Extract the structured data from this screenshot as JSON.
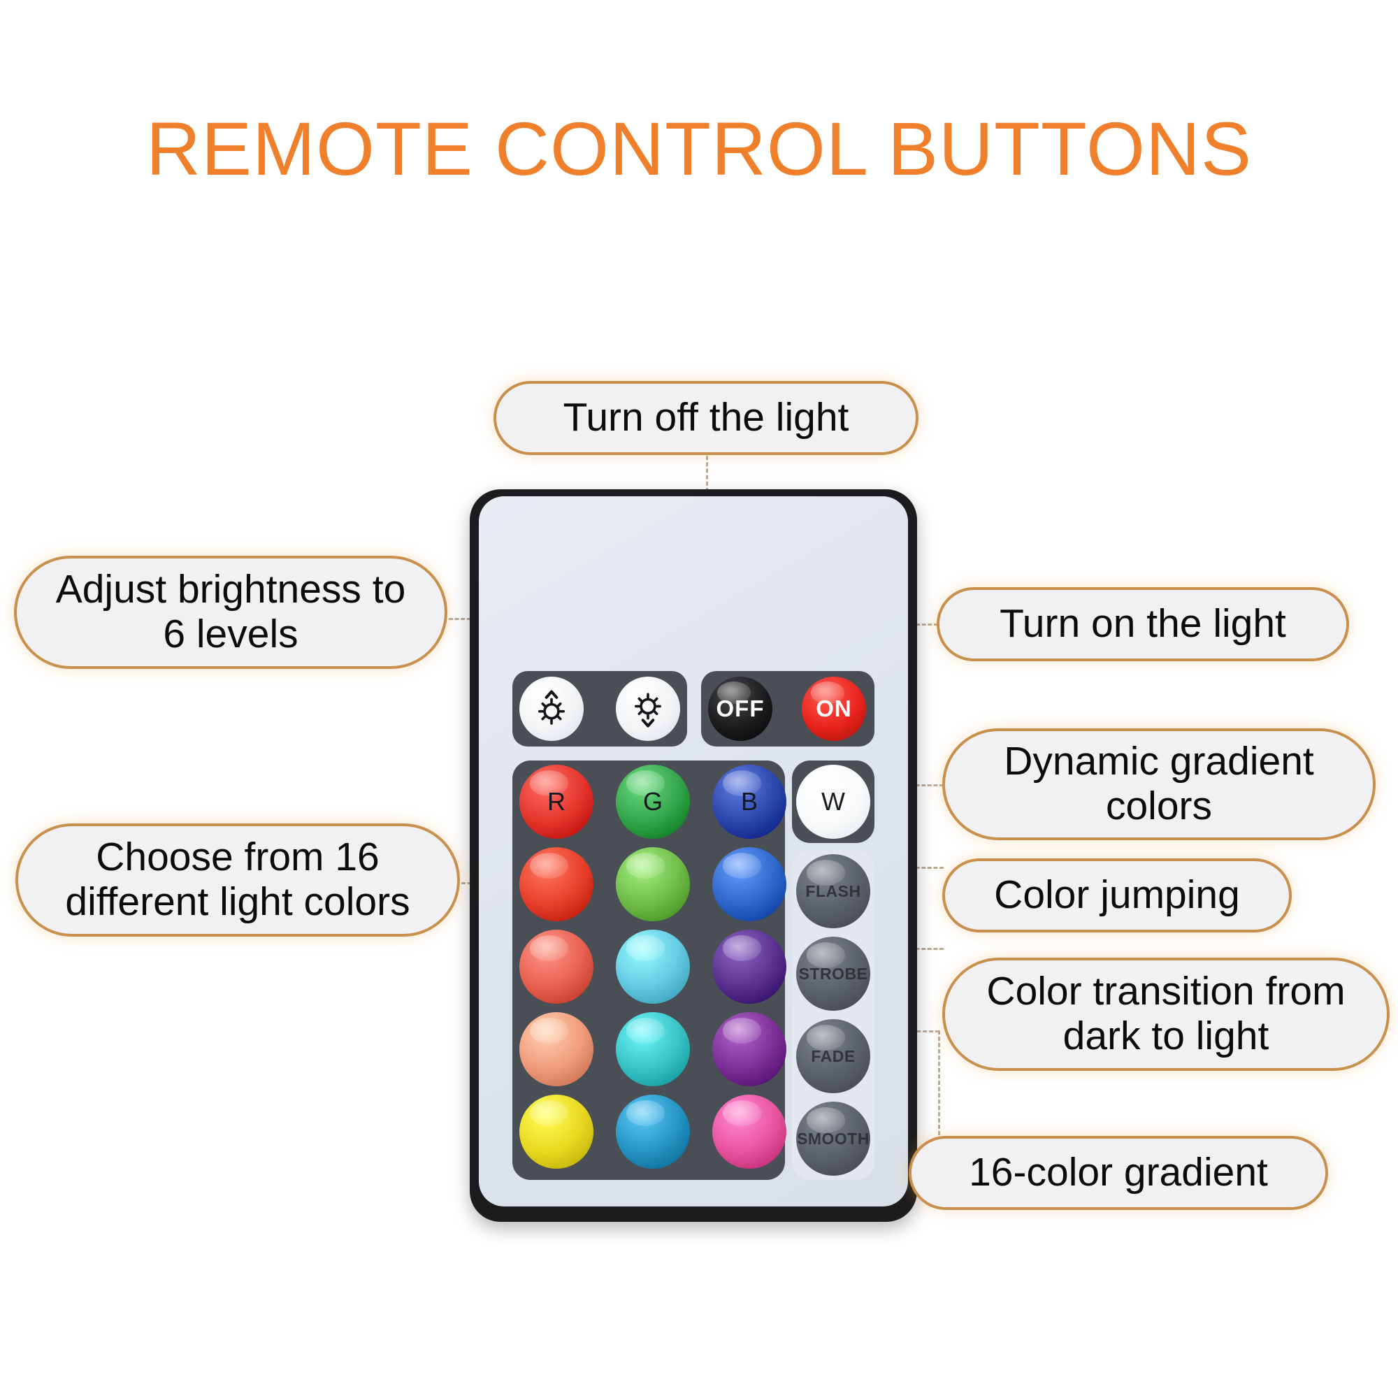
{
  "page": {
    "title": "REMOTE CONTROL BUTTONS",
    "title_color": "#ef7f2a",
    "background": "#ffffff"
  },
  "callouts": {
    "turn_off": "Turn off the light",
    "turn_on": "Turn on the light",
    "brightness": "Adjust brightness to 6 levels",
    "choose_colors": "Choose from 16 different light colors",
    "dynamic": "Dynamic gradient colors",
    "jumping": "Color jumping",
    "transition": "Color transition from dark to light",
    "gradient": "16-color gradient",
    "border_color": "#c8904c",
    "fill_color": "#f1f1f3"
  },
  "remote": {
    "body_color": "#1c1c1e",
    "face_color": "#e4e9ef",
    "panel_color": "#4a4f56",
    "dim_buttons": [
      {
        "name": "brightness-up",
        "icon": "sun-up-icon",
        "color": "#f4f6f8"
      },
      {
        "name": "brightness-down",
        "icon": "sun-down-icon",
        "color": "#f4f6f8"
      }
    ],
    "power_buttons": [
      {
        "label": "OFF",
        "color": "#17171a",
        "text_color": "#ffffff"
      },
      {
        "label": "ON",
        "color": "#e8231c",
        "text_color": "#ffffff"
      }
    ],
    "rgbw_row": [
      {
        "label": "R",
        "color": "#e5352c"
      },
      {
        "label": "G",
        "color": "#34a54a"
      },
      {
        "label": "B",
        "color": "#2b47ad"
      },
      {
        "label": "W",
        "color": "#fbfcfd"
      }
    ],
    "color_grid": [
      [
        {
          "label": "",
          "color": "#e8402a"
        },
        {
          "label": "",
          "color": "#6fbb4a"
        },
        {
          "label": "",
          "color": "#2f66c9"
        }
      ],
      [
        {
          "label": "",
          "color": "#e86050"
        },
        {
          "label": "",
          "color": "#63c8e2"
        },
        {
          "label": "",
          "color": "#593090"
        }
      ],
      [
        {
          "label": "",
          "color": "#f09a7a"
        },
        {
          "label": "",
          "color": "#39c2c6"
        },
        {
          "label": "",
          "color": "#7b2f96"
        }
      ],
      [
        {
          "label": "",
          "color": "#e8d820"
        },
        {
          "label": "",
          "color": "#2594c2"
        },
        {
          "label": "",
          "color": "#e8539e"
        }
      ]
    ],
    "effect_buttons": [
      {
        "label": "FLASH",
        "color": "#5b6268"
      },
      {
        "label": "STROBE",
        "color": "#5b6268"
      },
      {
        "label": "FADE",
        "color": "#5b6268"
      },
      {
        "label": "SMOOTH",
        "color": "#5b6268"
      }
    ]
  }
}
